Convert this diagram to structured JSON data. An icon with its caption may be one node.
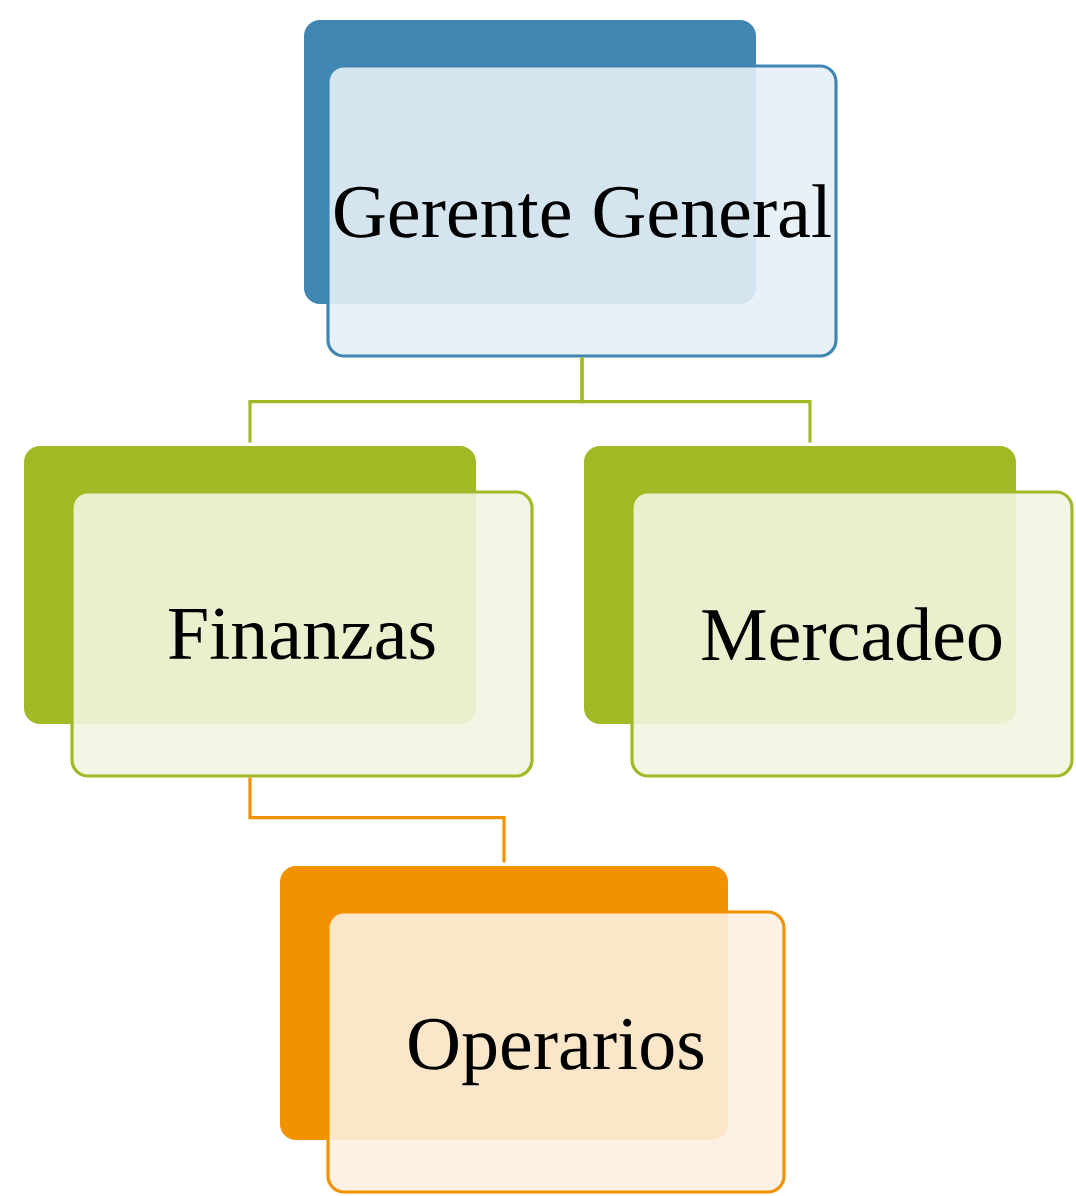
{
  "diagram": {
    "nodes": [
      {
        "text": [
          "Gerente General"
        ]
      },
      {
        "text": [
          "Finanzas"
        ]
      },
      {
        "text": [
          "Mercadeo"
        ]
      },
      {
        "text": [
          "Operarios"
        ]
      }
    ],
    "edges": [
      {
        "from": 0,
        "to": 1,
        "arrow": "none"
      },
      {
        "from": 0,
        "to": 2,
        "arrow": "none"
      },
      {
        "from": 1,
        "to": 3,
        "arrow": "none",
        "color": "#f39200"
      }
    ]
  }
}
